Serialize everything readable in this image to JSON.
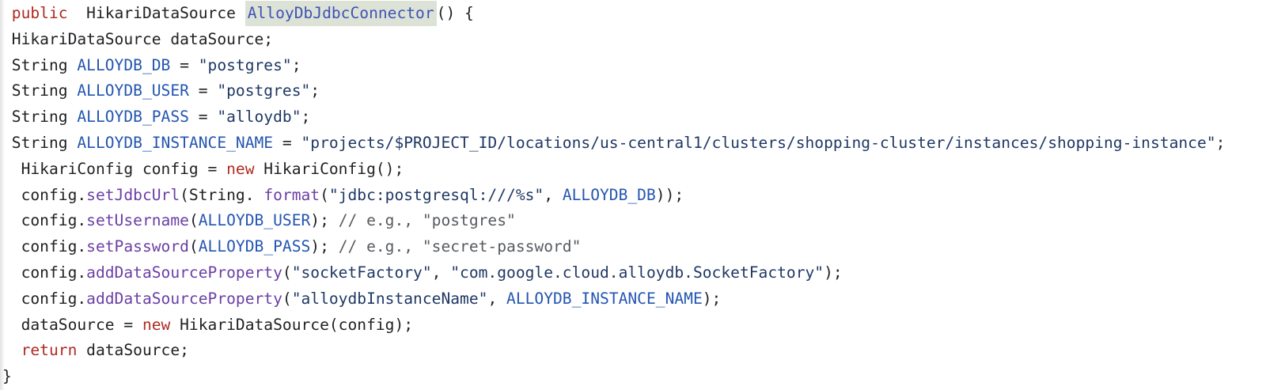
{
  "colors": {
    "background": "#ffffff",
    "default_text": "#202124",
    "keyword": "#ae2b21",
    "constant": "#2456b0",
    "method": "#6b3fa5",
    "string": "#1f3864",
    "comment": "#575b60",
    "highlight_background": "#dce3d6",
    "highlight_text": "#3f51b5"
  },
  "code_block": {
    "language": "java",
    "highlighted_token": "AlloyDbJdbcConnector",
    "lines": [
      [
        [
          " ",
          "d"
        ],
        [
          "public",
          "k"
        ],
        [
          "  HikariDataSource ",
          "d"
        ],
        [
          "AlloyDbJdbcConnector",
          "fn"
        ],
        [
          "() {",
          "d"
        ]
      ],
      [
        [
          " HikariDataSource dataSource;",
          "d"
        ]
      ],
      [
        [
          " String ",
          "d"
        ],
        [
          "ALLOYDB_DB",
          "c"
        ],
        [
          " = ",
          "d"
        ],
        [
          "\"postgres\"",
          "s"
        ],
        [
          ";",
          "d"
        ]
      ],
      [
        [
          " String ",
          "d"
        ],
        [
          "ALLOYDB_USER",
          "c"
        ],
        [
          " = ",
          "d"
        ],
        [
          "\"postgres\"",
          "s"
        ],
        [
          ";",
          "d"
        ]
      ],
      [
        [
          " String ",
          "d"
        ],
        [
          "ALLOYDB_PASS",
          "c"
        ],
        [
          " = ",
          "d"
        ],
        [
          "\"alloydb\"",
          "s"
        ],
        [
          ";",
          "d"
        ]
      ],
      [
        [
          " String ",
          "d"
        ],
        [
          "ALLOYDB_INSTANCE_NAME",
          "c"
        ],
        [
          " = ",
          "d"
        ],
        [
          "\"projects/$PROJECT_ID/locations/us-central1/clusters/shopping-cluster/instances/shopping-instance\"",
          "s"
        ],
        [
          ";",
          "d"
        ]
      ],
      [
        [
          "  HikariConfig config = ",
          "d"
        ],
        [
          "new",
          "k"
        ],
        [
          " HikariConfig();",
          "d"
        ]
      ],
      [
        [
          "  config.",
          "d"
        ],
        [
          "setJdbcUrl",
          "m"
        ],
        [
          "(String. ",
          "d"
        ],
        [
          "format",
          "m"
        ],
        [
          "(",
          "d"
        ],
        [
          "\"jdbc:postgresql:///%s\"",
          "s"
        ],
        [
          ", ",
          "d"
        ],
        [
          "ALLOYDB_DB",
          "c"
        ],
        [
          "));",
          "d"
        ]
      ],
      [
        [
          "  config.",
          "d"
        ],
        [
          "setUsername",
          "m"
        ],
        [
          "(",
          "d"
        ],
        [
          "ALLOYDB_USER",
          "c"
        ],
        [
          "); ",
          "d"
        ],
        [
          "// e.g., \"postgres\"",
          "cm"
        ]
      ],
      [
        [
          "  config.",
          "d"
        ],
        [
          "setPassword",
          "m"
        ],
        [
          "(",
          "d"
        ],
        [
          "ALLOYDB_PASS",
          "c"
        ],
        [
          "); ",
          "d"
        ],
        [
          "// e.g., \"secret-password\"",
          "cm"
        ]
      ],
      [
        [
          "  config.",
          "d"
        ],
        [
          "addDataSourceProperty",
          "m"
        ],
        [
          "(",
          "d"
        ],
        [
          "\"socketFactory\"",
          "s"
        ],
        [
          ", ",
          "d"
        ],
        [
          "\"com.google.cloud.alloydb.SocketFactory\"",
          "s"
        ],
        [
          ");",
          "d"
        ]
      ],
      [
        [
          "  config.",
          "d"
        ],
        [
          "addDataSourceProperty",
          "m"
        ],
        [
          "(",
          "d"
        ],
        [
          "\"alloydbInstanceName\"",
          "s"
        ],
        [
          ", ",
          "d"
        ],
        [
          "ALLOYDB_INSTANCE_NAME",
          "c"
        ],
        [
          ");",
          "d"
        ]
      ],
      [
        [
          "  dataSource = ",
          "d"
        ],
        [
          "new",
          "k"
        ],
        [
          " HikariDataSource(config);",
          "d"
        ]
      ],
      [
        [
          "  ",
          "d"
        ],
        [
          "return",
          "k"
        ],
        [
          " dataSource;",
          "d"
        ]
      ],
      [
        [
          "}",
          "d"
        ]
      ]
    ]
  }
}
